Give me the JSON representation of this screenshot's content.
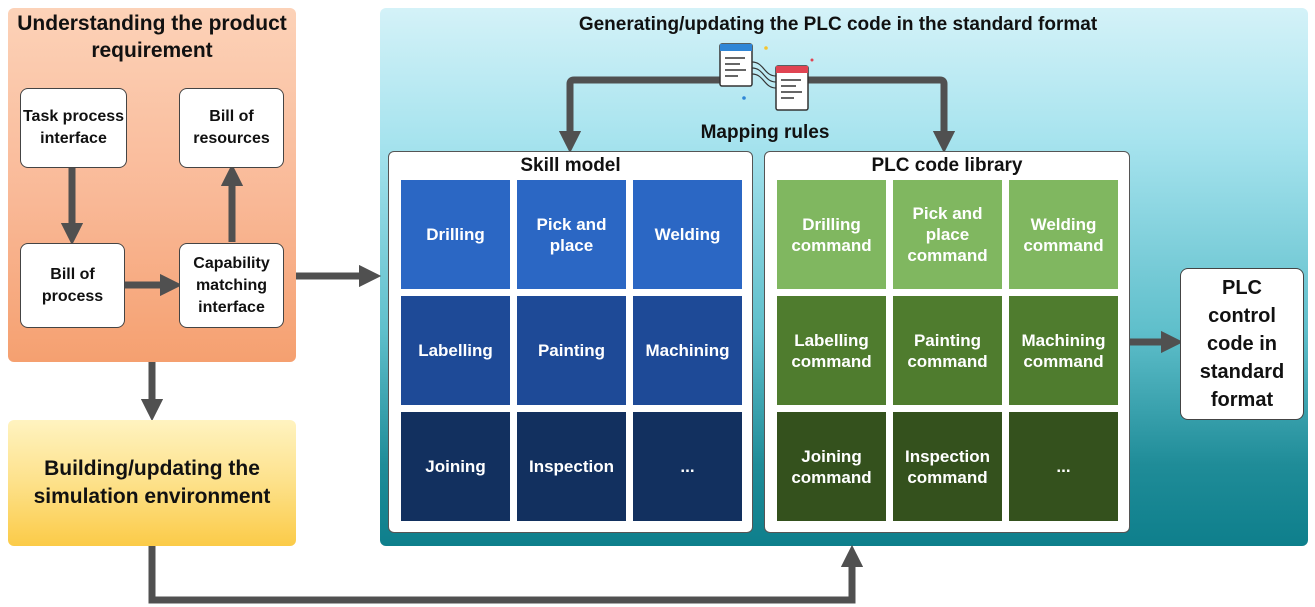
{
  "requirement": {
    "title": "Understanding the product requirement",
    "boxes": {
      "task_process_interface": "Task process interface",
      "bill_of_resources": "Bill of resources",
      "bill_of_process": "Bill of process",
      "capability_matching_interface": "Capability matching interface"
    }
  },
  "simulation": {
    "label": "Building/updating the simulation environment"
  },
  "generation": {
    "title": "Generating/updating the PLC code in the standard format",
    "mapping_label": "Mapping rules"
  },
  "skill_model": {
    "title": "Skill model",
    "cells": [
      "Drilling",
      "Pick and place",
      "Welding",
      "Labelling",
      "Painting",
      "Machining",
      "Joining",
      "Inspection",
      "..."
    ]
  },
  "plc_library": {
    "title": "PLC code library",
    "cells": [
      "Drilling command",
      "Pick and place command",
      "Welding command",
      "Labelling command",
      "Painting command",
      "Machining command",
      "Joining command",
      "Inspection command",
      "..."
    ]
  },
  "output": {
    "label": "PLC control code in standard format"
  },
  "colors": {
    "arrow": "#505050",
    "skill_rows": [
      "#2b67c4",
      "#1e4a97",
      "#12305f"
    ],
    "plc_rows": [
      "#80b760",
      "#4f7c2e",
      "#34511d"
    ]
  }
}
